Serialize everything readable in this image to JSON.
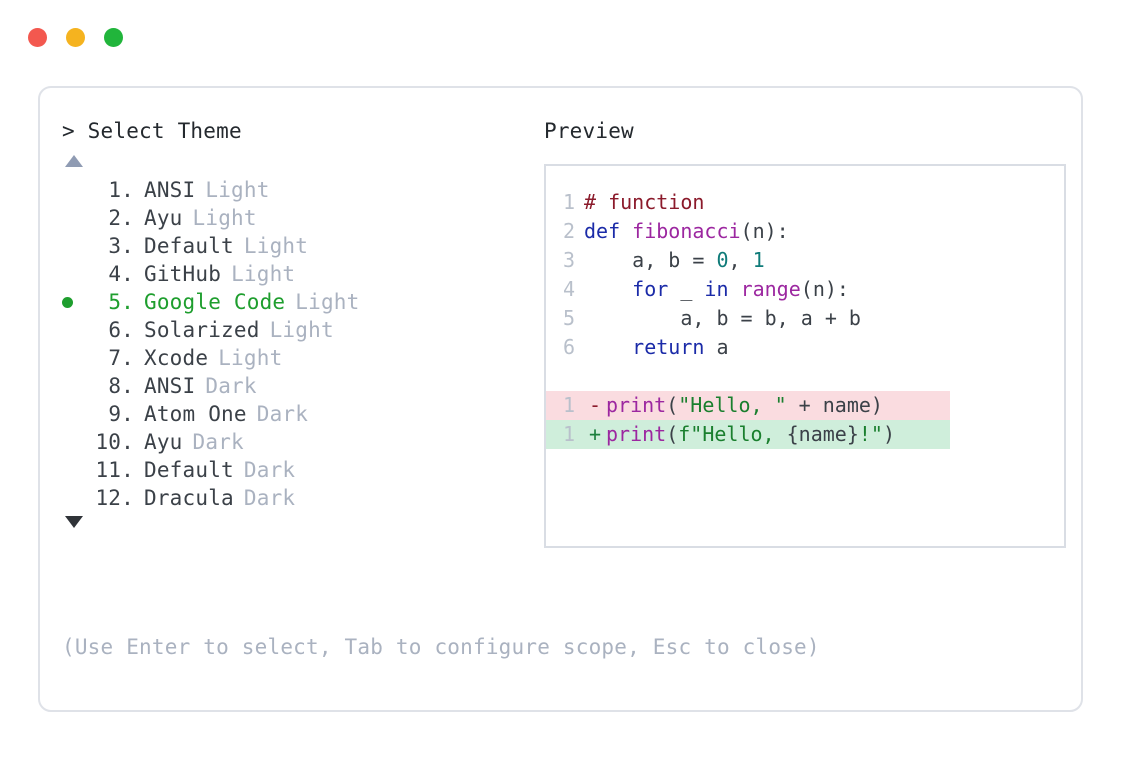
{
  "window": {
    "controls": [
      {
        "name": "close-button",
        "color": "#f3584f"
      },
      {
        "name": "minimize-button",
        "color": "#f5b31f"
      },
      {
        "name": "maximize-button",
        "color": "#21b53b"
      }
    ]
  },
  "left": {
    "prompt": "> Select Theme",
    "scroll_up_indicator": "▲",
    "scroll_down_indicator": "▼",
    "selected_index": 5,
    "selected_bullet": "●",
    "accent_color": "#1e9e2e",
    "items": [
      {
        "num": "1.",
        "name": "ANSI",
        "variant": "Light",
        "selected": false
      },
      {
        "num": "2.",
        "name": "Ayu",
        "variant": "Light",
        "selected": false
      },
      {
        "num": "3.",
        "name": "Default",
        "variant": "Light",
        "selected": false
      },
      {
        "num": "4.",
        "name": "GitHub",
        "variant": "Light",
        "selected": false
      },
      {
        "num": "5.",
        "name": "Google Code",
        "variant": "Light",
        "selected": true
      },
      {
        "num": "6.",
        "name": "Solarized",
        "variant": "Light",
        "selected": false
      },
      {
        "num": "7.",
        "name": "Xcode",
        "variant": "Light",
        "selected": false
      },
      {
        "num": "8.",
        "name": "ANSI",
        "variant": "Dark",
        "selected": false
      },
      {
        "num": "9.",
        "name": "Atom One",
        "variant": "Dark",
        "selected": false
      },
      {
        "num": "10.",
        "name": "Ayu",
        "variant": "Dark",
        "selected": false
      },
      {
        "num": "11.",
        "name": "Default",
        "variant": "Dark",
        "selected": false
      },
      {
        "num": "12.",
        "name": "Dracula",
        "variant": "Dark",
        "selected": false
      }
    ]
  },
  "hint": "(Use Enter to select, Tab to configure scope, Esc to close)",
  "preview": {
    "title": "Preview",
    "code_lines": [
      {
        "ln": "1",
        "tokens": [
          {
            "t": "# function",
            "c": "comment"
          }
        ]
      },
      {
        "ln": "2",
        "tokens": [
          {
            "t": "def ",
            "c": "keyword"
          },
          {
            "t": "fibonacci",
            "c": "func"
          },
          {
            "t": "(n):",
            "c": "punct"
          }
        ]
      },
      {
        "ln": "3",
        "tokens": [
          {
            "t": "    a, b = ",
            "c": "plain"
          },
          {
            "t": "0",
            "c": "number"
          },
          {
            "t": ", ",
            "c": "plain"
          },
          {
            "t": "1",
            "c": "number"
          }
        ]
      },
      {
        "ln": "4",
        "tokens": [
          {
            "t": "    ",
            "c": "plain"
          },
          {
            "t": "for",
            "c": "keyword"
          },
          {
            "t": " _ ",
            "c": "plain"
          },
          {
            "t": "in",
            "c": "keyword"
          },
          {
            "t": " ",
            "c": "plain"
          },
          {
            "t": "range",
            "c": "func"
          },
          {
            "t": "(n):",
            "c": "punct"
          }
        ]
      },
      {
        "ln": "5",
        "tokens": [
          {
            "t": "        a, b = b, a + b",
            "c": "plain"
          }
        ]
      },
      {
        "ln": "6",
        "tokens": [
          {
            "t": "    ",
            "c": "plain"
          },
          {
            "t": "return",
            "c": "keyword"
          },
          {
            "t": " a",
            "c": "plain"
          }
        ]
      }
    ],
    "diff_lines": [
      {
        "ln": "1",
        "kind": "del",
        "mark": "-",
        "tokens": [
          {
            "t": "print",
            "c": "func"
          },
          {
            "t": "(",
            "c": "punct"
          },
          {
            "t": "\"Hello, \"",
            "c": "string"
          },
          {
            "t": " + name)",
            "c": "plain"
          }
        ]
      },
      {
        "ln": "1",
        "kind": "add",
        "mark": "+",
        "tokens": [
          {
            "t": "print",
            "c": "func"
          },
          {
            "t": "(",
            "c": "punct"
          },
          {
            "t": "f\"Hello, ",
            "c": "string"
          },
          {
            "t": "{name}",
            "c": "plain"
          },
          {
            "t": "!\"",
            "c": "string"
          },
          {
            "t": ")",
            "c": "punct"
          }
        ]
      }
    ],
    "colors": {
      "comment": "#8b1a2b",
      "keyword": "#1b2ba8",
      "function": "#9c27a0",
      "number": "#0f7b79",
      "string": "#1a7f2e",
      "line_number": "#b9c0cb",
      "diff_del_bg": "#fadce0",
      "diff_add_bg": "#cfeedb"
    }
  }
}
